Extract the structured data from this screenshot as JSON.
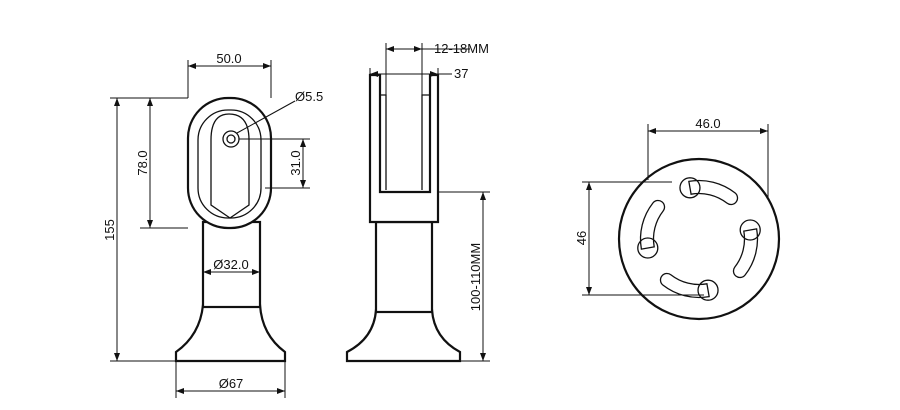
{
  "front_view": {
    "top_width": "50.0",
    "hole": "Ø5.5",
    "head_height": "78.0",
    "hole_offset": "31.0",
    "total_height": "155",
    "tube_diameter": "Ø32.0",
    "base_diameter": "Ø67"
  },
  "side_view": {
    "slot_width": "12-18MM",
    "outer_width": "37",
    "height_range": "100-110MM"
  },
  "base_view": {
    "pitch_diameter": "46.0",
    "vertical_dimension": "46"
  }
}
